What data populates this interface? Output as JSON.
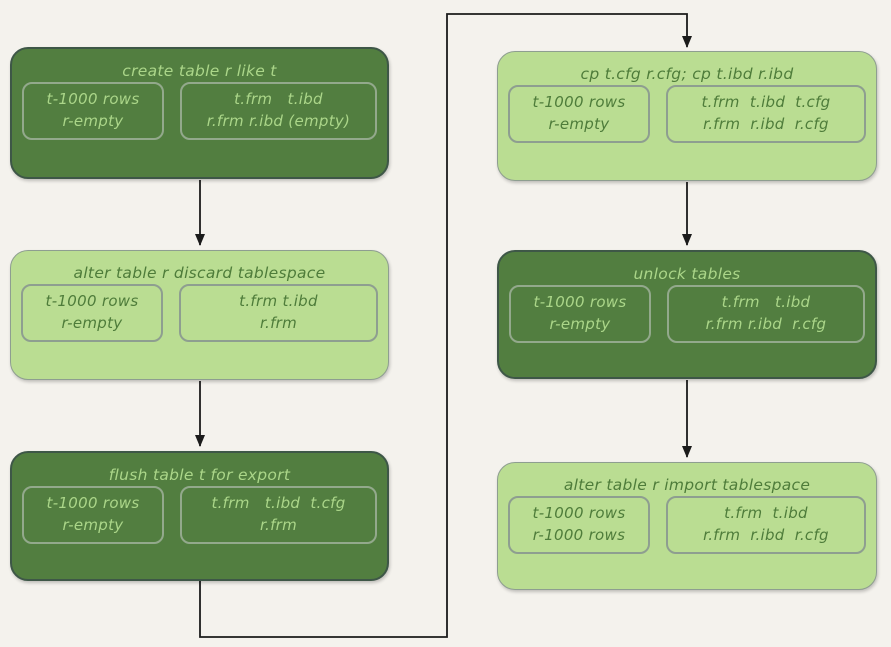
{
  "diagram": {
    "background": "#f4f2ed",
    "arrow_color": "#1b1b1b",
    "colors": {
      "dark_fill": "#527e40",
      "dark_border": "#3e5747",
      "dark_text": "#abd689",
      "dark_sub_border": "#93a98c",
      "light_fill": "#badd92",
      "light_border": "#8e9e90",
      "light_text": "#4e7c3a",
      "light_sub_border": "#8e9e90"
    }
  },
  "nodes": [
    {
      "variant": "dark",
      "title": "create table r like t",
      "left": [
        "t-1000 rows",
        "r-empty"
      ],
      "right": [
        "t.frm   t.ibd",
        "r.frm r.ibd (empty)"
      ]
    },
    {
      "variant": "light",
      "title": "alter table r discard tablespace",
      "left": [
        "t-1000 rows",
        "r-empty"
      ],
      "right": [
        "t.frm t.ibd",
        "r.frm"
      ]
    },
    {
      "variant": "dark",
      "title": "flush table t for export",
      "left": [
        "t-1000 rows",
        "r-empty"
      ],
      "right": [
        "t.frm   t.ibd  t.cfg",
        "r.frm"
      ]
    },
    {
      "variant": "light",
      "title": "cp t.cfg r.cfg; cp t.ibd r.ibd",
      "left": [
        "t-1000 rows",
        "r-empty"
      ],
      "right": [
        "t.frm  t.ibd  t.cfg",
        "r.frm  r.ibd  r.cfg"
      ]
    },
    {
      "variant": "dark",
      "title": "unlock tables",
      "left": [
        "t-1000 rows",
        "r-empty"
      ],
      "right": [
        "t.frm   t.ibd",
        "r.frm r.ibd  r.cfg"
      ]
    },
    {
      "variant": "light",
      "title": "alter table r import tablespace",
      "left": [
        "t-1000 rows",
        "r-1000 rows"
      ],
      "right": [
        "t.frm  t.ibd",
        "r.frm  r.ibd  r.cfg"
      ]
    }
  ]
}
